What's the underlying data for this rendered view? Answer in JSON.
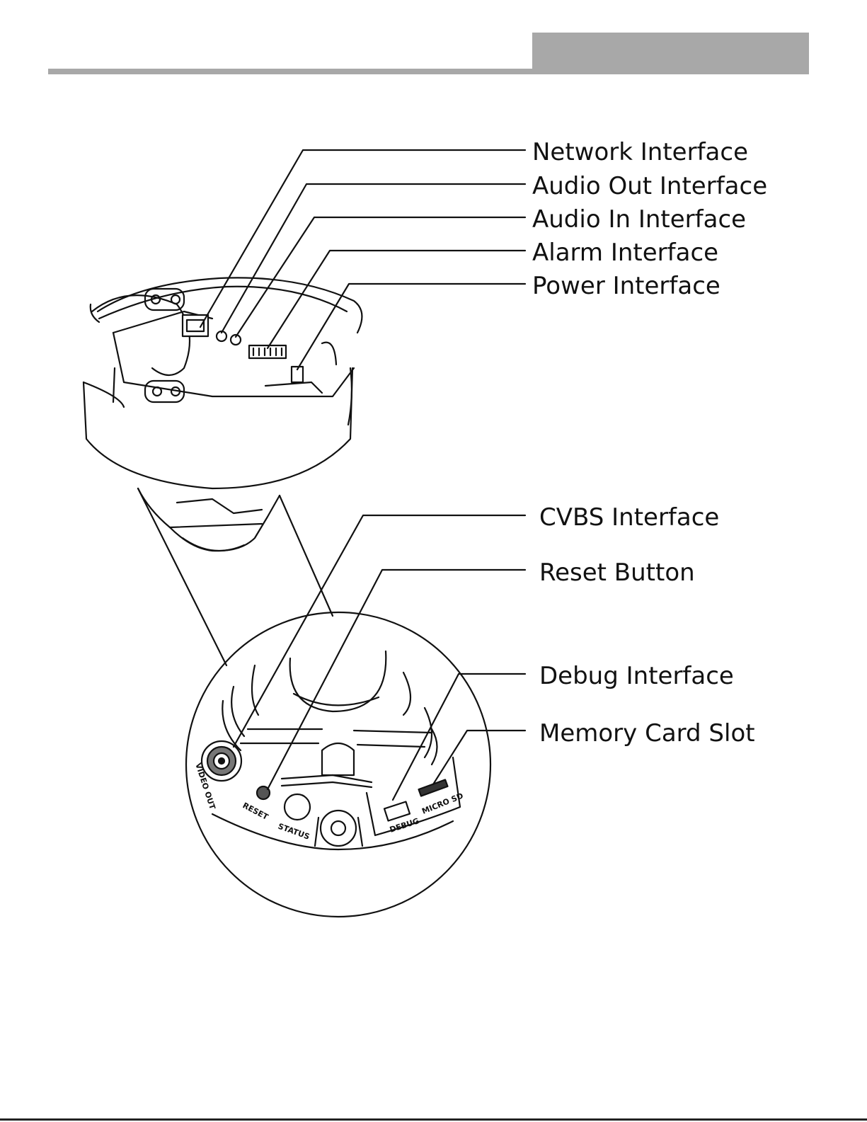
{
  "labels": {
    "network": "Network Interface",
    "audio_out": "Audio Out Interface",
    "audio_in": "Audio In Interface",
    "alarm": "Alarm Interface",
    "power": "Power Interface",
    "cvbs": "CVBS Interface",
    "reset": "Reset Button",
    "debug": "Debug Interface",
    "memory": "Memory Card Slot"
  },
  "device_markings": {
    "video_out": "VIDEO OUT",
    "reset": "RESET",
    "status": "STATUS",
    "debug": "DEBUG",
    "micro_sd": "MICRO SD"
  },
  "colors": {
    "header": "#a8a8a8",
    "line": "#111111"
  }
}
